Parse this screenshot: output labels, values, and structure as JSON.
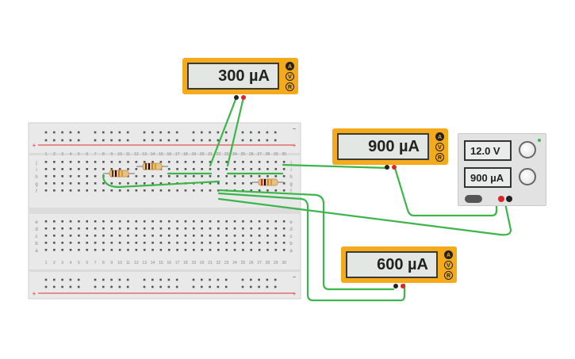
{
  "ammeters": [
    {
      "name": "ammeter-top",
      "reading": "300 µA",
      "modes": [
        "A",
        "V",
        "R"
      ]
    },
    {
      "name": "ammeter-right",
      "reading": "900 µA",
      "modes": [
        "A",
        "V",
        "R"
      ]
    },
    {
      "name": "ammeter-bottom",
      "reading": "600 µA",
      "modes": [
        "A",
        "V",
        "R"
      ]
    }
  ],
  "power_supply": {
    "voltage": "12.0 V",
    "current": "900 µA"
  },
  "breadboard": {
    "columns": [
      "1",
      "2",
      "3",
      "4",
      "5",
      "6",
      "7",
      "8",
      "9",
      "10",
      "11",
      "12",
      "13",
      "14",
      "15",
      "16",
      "17",
      "18",
      "19",
      "20",
      "21",
      "22",
      "23",
      "24",
      "25",
      "26",
      "27",
      "28",
      "29",
      "30"
    ],
    "rows_top": [
      "j",
      "i",
      "h",
      "g",
      "f"
    ],
    "rows_bottom": [
      "e",
      "d",
      "c",
      "b",
      "a"
    ],
    "rail_plus": "+",
    "rail_minus": "−"
  },
  "colors": {
    "wire": "#3cb54a",
    "meter_body": "#f4aa1b",
    "rail_red": "#d9322b",
    "terminal_red": "#d6282a",
    "terminal_black": "#222222"
  }
}
